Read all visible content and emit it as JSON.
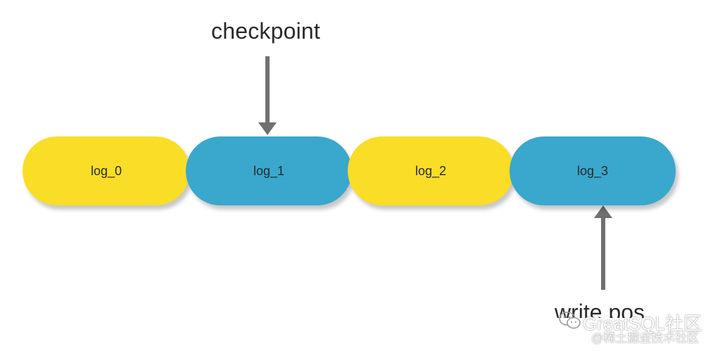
{
  "labels": {
    "checkpoint": "checkpoint",
    "write_pos": "write pos"
  },
  "logs": [
    {
      "label": "log_0",
      "color": "#fadd26"
    },
    {
      "label": "log_1",
      "color": "#3aa7cd"
    },
    {
      "label": "log_2",
      "color": "#fadd26"
    },
    {
      "label": "log_3",
      "color": "#3aa7cd"
    }
  ],
  "watermark": {
    "line1": "GreatSQL社区",
    "line2": "@稀土掘金技术社区",
    "icon": "wechat-icon"
  },
  "colors": {
    "arrow": "#707070",
    "text": "#2b2b2b"
  }
}
